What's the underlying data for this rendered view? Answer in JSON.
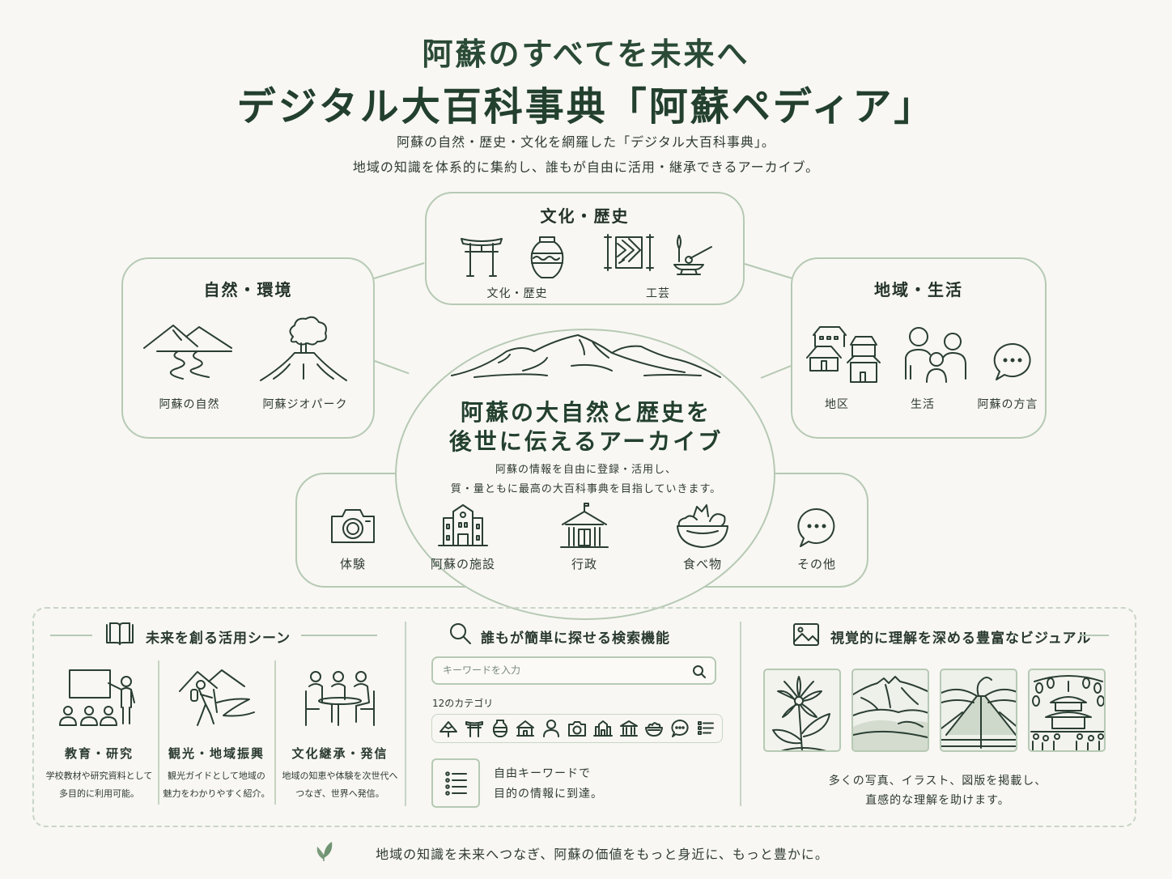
{
  "header": {
    "tagline": "阿蘇のすべてを未来へ",
    "title": "デジタル大百科事典「阿蘇ペディア」",
    "subtitle_line1": "阿蘇の自然・歴史・文化を網羅した「デジタル大百科事典」。",
    "subtitle_line2": "地域の知識を体系的に集約し、誰もが自由に活用・継承できるアーカイブ。"
  },
  "categories": {
    "culture": {
      "title": "文化・歴史",
      "items": [
        {
          "label": "文化・歴史",
          "icons": [
            "torii-icon",
            "vase-icon"
          ]
        },
        {
          "label": "工芸",
          "icons": [
            "loom-weaving-icon",
            "anvil-craft-icon"
          ]
        }
      ]
    },
    "nature": {
      "title": "自然・環境",
      "items": [
        {
          "label": "阿蘇の自然",
          "icon": "mountain-river-icon"
        },
        {
          "label": "阿蘇ジオパーク",
          "icon": "volcano-icon"
        }
      ]
    },
    "region": {
      "title": "地域・生活",
      "items": [
        {
          "label": "地区",
          "icon": "houses-icon"
        },
        {
          "label": "生活",
          "icon": "family-icon"
        },
        {
          "label": "阿蘇の方言",
          "icon": "speech-bubble-icon"
        }
      ]
    }
  },
  "center": {
    "title_line1": "阿蘇の大自然と歴史を",
    "title_line2": "後世に伝えるアーカイブ",
    "desc_line1": "阿蘇の情報を自由に登録・活用し、",
    "desc_line2": "質・量ともに最高の大百科事典を目指していきます。",
    "items": [
      {
        "label": "体験",
        "icon": "camera-icon"
      },
      {
        "label": "阿蘇の施設",
        "icon": "facility-building-icon"
      },
      {
        "label": "行政",
        "icon": "government-building-icon"
      },
      {
        "label": "食べ物",
        "icon": "salad-bowl-icon"
      },
      {
        "label": "その他",
        "icon": "speech-bubble-icon"
      }
    ]
  },
  "usage": {
    "title": "未来を創る活用シーン",
    "scenes": [
      {
        "title": "教育・研究",
        "desc_line1": "学校教材や研究資料として",
        "desc_line2": "多目的に利用可能。",
        "icon": "teacher-classroom-icon"
      },
      {
        "title": "観光・地域振興",
        "desc_line1": "観光ガイドとして地域の",
        "desc_line2": "魅力をわかりやすく紹介。",
        "icon": "hiker-icon"
      },
      {
        "title": "文化継承・発信",
        "desc_line1": "地域の知恵や体験を次世代へ",
        "desc_line2": "つなぎ、世界へ発信。",
        "icon": "meeting-table-icon"
      }
    ]
  },
  "search": {
    "title": "誰もが簡単に探せる検索機能",
    "placeholder": "キーワードを入力",
    "categories_label": "12のカテゴリ",
    "category_icons": [
      "mountain-tree-icon",
      "torii-icon",
      "vase-icon",
      "house-icon",
      "person-icon",
      "camera-icon",
      "facility-icon",
      "government-icon",
      "food-bowl-icon",
      "speech-bubble-icon",
      "list-icon"
    ],
    "feature_line1": "自由キーワードで",
    "feature_line2": "目的の情報に到達。"
  },
  "visual": {
    "title": "視覚的に理解を深める豊富なビジュアル",
    "thumbnails": [
      "flower-illustration",
      "mountain-landscape-illustration",
      "volcano-crosssection-illustration",
      "festival-temple-illustration"
    ],
    "desc_line1": "多くの写真、イラスト、図版を掲載し、",
    "desc_line2": "直感的な理解を助けます。"
  },
  "footer": {
    "text": "地域の知識を未来へつなぎ、阿蘇の価値をもっと身近に、もっと豊かに。"
  },
  "colors": {
    "background": "#f8f7f3",
    "primary_dark_green": "#23402e",
    "border_sage": "#b6c9b4",
    "text": "#2f3a33",
    "leaf": "#6f9473"
  }
}
